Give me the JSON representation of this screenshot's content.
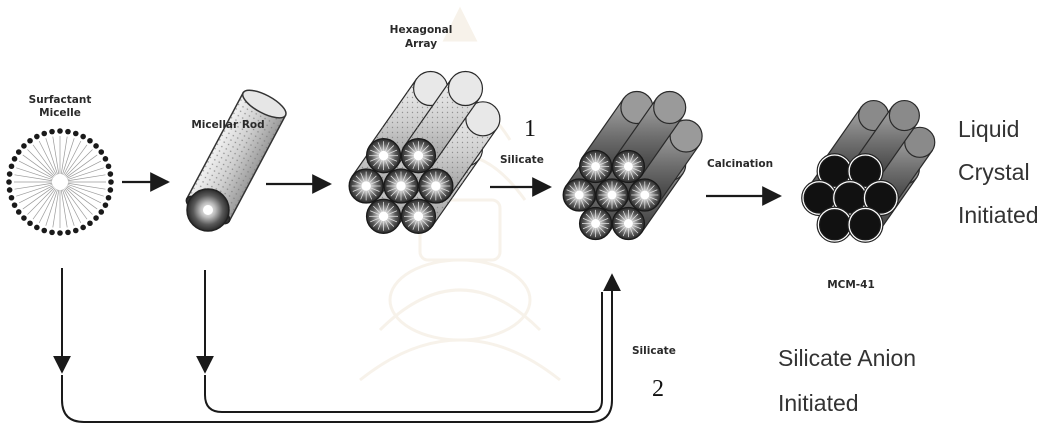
{
  "labels": {
    "surfactant_micelle": [
      "Surfactant",
      "Micelle"
    ],
    "micellar_rod": "Micellar Rod",
    "hexagonal_array": [
      "Hexagonal",
      "Array"
    ],
    "silicate_top": "Silicate",
    "calcination": "Calcination",
    "mcm41": "MCM-41",
    "silicate_bottom": "Silicate",
    "pathway_1": "1",
    "pathway_2": "2",
    "liquid_crystal": [
      "Liquid",
      "Crystal",
      "Initiated"
    ],
    "silicate_anion": [
      "Silicate Anion",
      "Initiated"
    ]
  },
  "colors": {
    "line": "#1a1a1a",
    "rod_light": "#d8d8d8",
    "rod_dark": "#6a6a6a",
    "pore_black": "#111111",
    "watermark": "#c49a5a"
  },
  "icons": [
    "surfactant-micelle-icon",
    "micellar-rod-icon",
    "hexagonal-array-icon",
    "silicate-coated-array-icon",
    "mcm41-pores-icon"
  ]
}
